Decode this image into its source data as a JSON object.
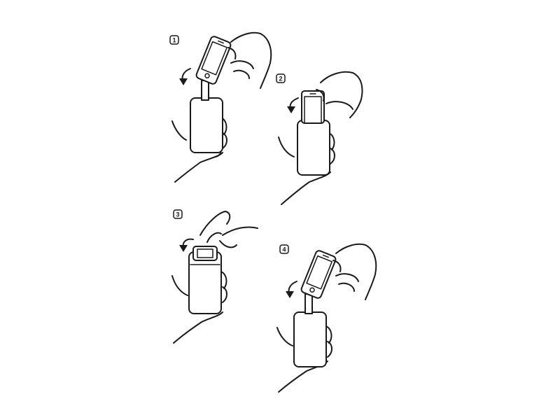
{
  "steps": [
    {
      "number": "1"
    },
    {
      "number": "2"
    },
    {
      "number": "3"
    },
    {
      "number": "4"
    }
  ],
  "icons": {
    "arrow": "rotate-left-arrow-icon",
    "phone": "smartphone-icon",
    "case": "phone-case-icon",
    "hand": "hand-icon"
  },
  "colors": {
    "line": "#1a1a1a",
    "background": "#ffffff"
  }
}
